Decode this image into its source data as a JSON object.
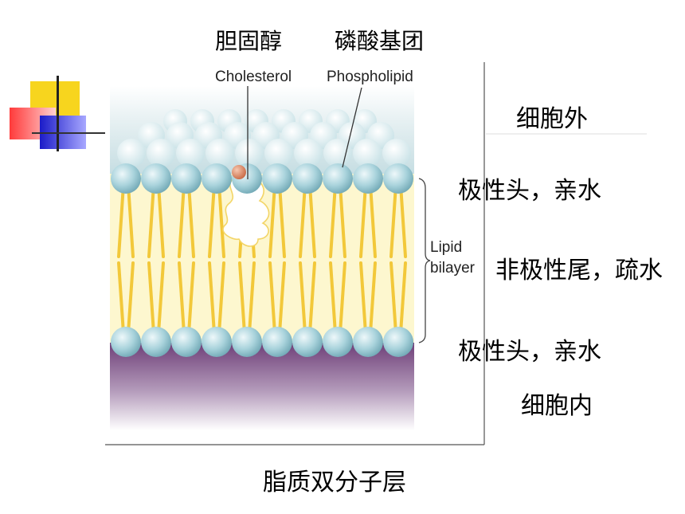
{
  "header": {
    "left_title": "胆固醇",
    "right_title": "磷酸基团"
  },
  "diagram": {
    "cholesterol_label": "Cholesterol",
    "phospholipid_label": "Phospholipid",
    "bilayer_label_line1": "Lipid",
    "bilayer_label_line2": "bilayer"
  },
  "annotations": {
    "outside": "细胞外",
    "top_head": "极性头，亲水",
    "tail": "非极性尾，疏水",
    "bottom_head": "极性头，亲水",
    "inside": "细胞内"
  },
  "caption": "脂质双分子层",
  "colors": {
    "head_fill": "#a9d3dc",
    "tail": "#f2c83a",
    "membrane_bg": "#fdf7cf",
    "inner_purple": "#7d4e86",
    "outer_blue": "#cfe3e7",
    "cholesterol_ball": "#e0906c"
  }
}
